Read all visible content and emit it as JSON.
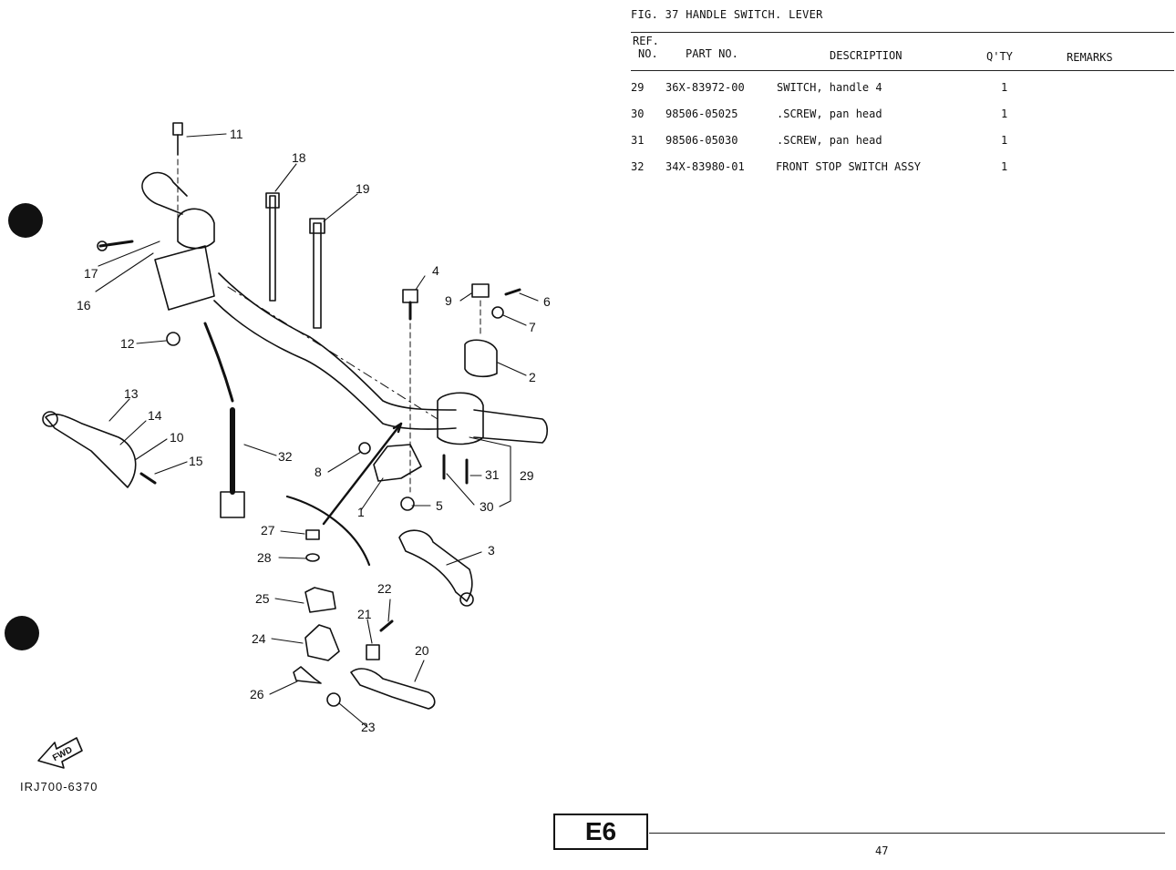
{
  "figure": {
    "title": "FIG. 37  HANDLE SWITCH. LEVER",
    "catalog_code": "IRJ700-6370",
    "direction_label": "FWD"
  },
  "table": {
    "headers": {
      "ref_line1": "REF.",
      "ref_line2": "NO.",
      "part_no": "PART NO.",
      "description": "DESCRIPTION",
      "qty": "Q'TY",
      "remarks": "REMARKS"
    },
    "rows": [
      {
        "ref": "29",
        "part_no": "36X-83972-00",
        "description": "SWITCH, handle 4",
        "qty": "1"
      },
      {
        "ref": "30",
        "part_no": "98506-05025",
        "description": ".SCREW, pan head",
        "qty": "1"
      },
      {
        "ref": "31",
        "part_no": "98506-05030",
        "description": ".SCREW, pan head",
        "qty": "1"
      },
      {
        "ref": "32",
        "part_no": "34X-83980-01",
        "description": "FRONT STOP SWITCH ASSY",
        "qty": "1"
      }
    ]
  },
  "callouts": [
    "1",
    "2",
    "3",
    "4",
    "5",
    "6",
    "7",
    "8",
    "9",
    "10",
    "11",
    "12",
    "13",
    "14",
    "15",
    "16",
    "17",
    "18",
    "19",
    "20",
    "21",
    "22",
    "23",
    "24",
    "25",
    "26",
    "27",
    "28",
    "29",
    "30",
    "31",
    "32"
  ],
  "footer": {
    "section": "E6",
    "page_number": "47"
  }
}
